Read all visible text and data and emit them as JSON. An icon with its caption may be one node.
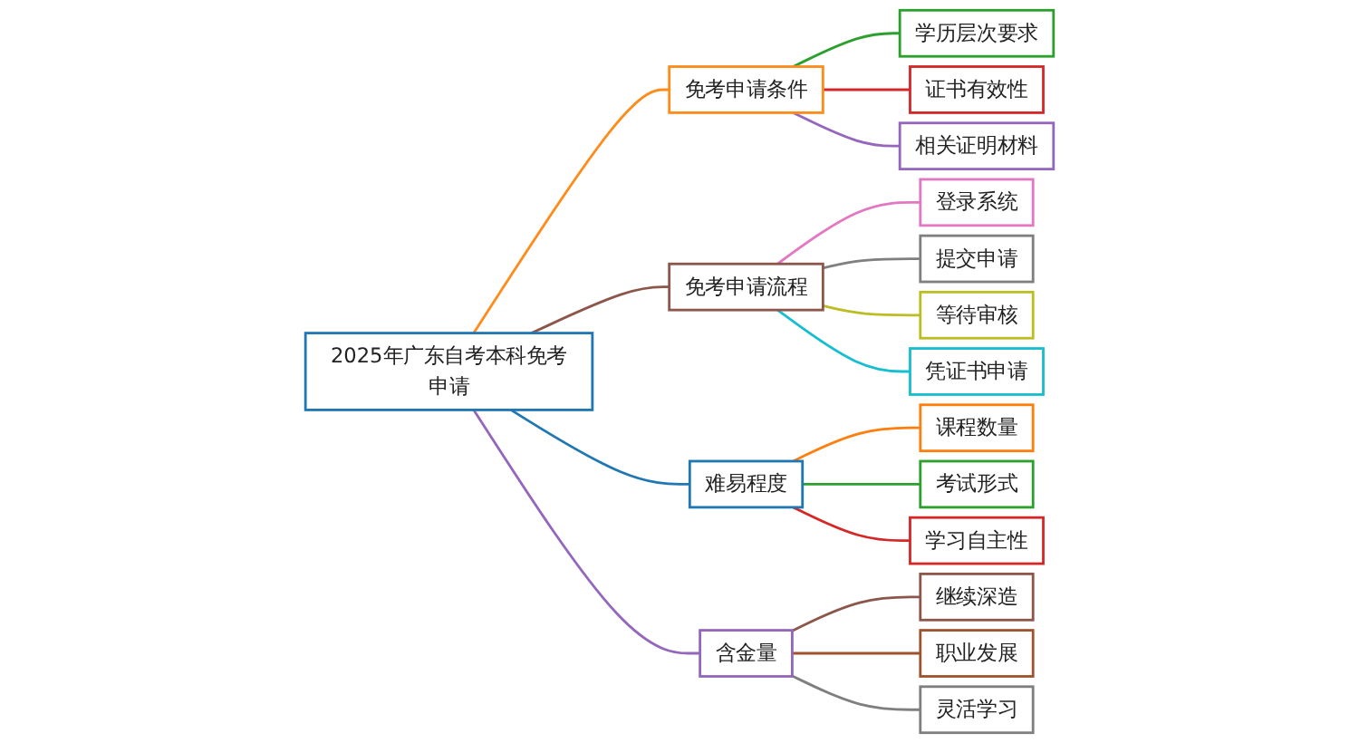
{
  "diagram": {
    "nodes": [
      {
        "text": [
          "2025年广东自考本科免考申请"
        ]
      },
      {
        "text": [
          "免考申请条件"
        ]
      },
      {
        "text": [
          "学历层次要求"
        ]
      },
      {
        "text": [
          "证书有效性"
        ]
      },
      {
        "text": [
          "相关证明材料"
        ]
      },
      {
        "text": [
          "免考申请流程"
        ]
      },
      {
        "text": [
          "登录系统"
        ]
      },
      {
        "text": [
          "提交申请"
        ]
      },
      {
        "text": [
          "等待审核"
        ]
      },
      {
        "text": [
          "凭证书申请"
        ]
      },
      {
        "text": [
          "难易程度"
        ]
      },
      {
        "text": [
          "课程数量"
        ]
      },
      {
        "text": [
          "考试形式"
        ]
      },
      {
        "text": [
          "学习自主性"
        ]
      },
      {
        "text": [
          "含金量"
        ]
      },
      {
        "text": [
          "继续深造"
        ]
      },
      {
        "text": [
          "职业发展"
        ]
      },
      {
        "text": [
          "灵活学习"
        ]
      }
    ],
    "edges": [
      {
        "from": 0,
        "to": 1,
        "arrow": "none",
        "color": "#ff8c1a"
      },
      {
        "from": 1,
        "to": 2,
        "arrow": "none",
        "color": "#2ca02c"
      },
      {
        "from": 1,
        "to": 3,
        "arrow": "none",
        "color": "#d62728"
      },
      {
        "from": 1,
        "to": 4,
        "arrow": "none",
        "color": "#9467bd"
      },
      {
        "from": 0,
        "to": 5,
        "arrow": "none",
        "color": "#8c564b"
      },
      {
        "from": 5,
        "to": 6,
        "arrow": "none",
        "color": "#e377c2"
      },
      {
        "from": 5,
        "to": 7,
        "arrow": "none",
        "color": "#7f7f7f"
      },
      {
        "from": 5,
        "to": 8,
        "arrow": "none",
        "color": "#bcbd22"
      },
      {
        "from": 5,
        "to": 9,
        "arrow": "none",
        "color": "#17becf"
      },
      {
        "from": 0,
        "to": 10,
        "arrow": "none",
        "color": "#1f77b4"
      },
      {
        "from": 10,
        "to": 11,
        "arrow": "none",
        "color": "#ff7f0e"
      },
      {
        "from": 10,
        "to": 12,
        "arrow": "none",
        "color": "#2ca02c"
      },
      {
        "from": 10,
        "to": 13,
        "arrow": "none",
        "color": "#d62728"
      },
      {
        "from": 0,
        "to": 14,
        "arrow": "none",
        "color": "#9467bd"
      },
      {
        "from": 14,
        "to": 15,
        "arrow": "none",
        "color": "#8c564b"
      },
      {
        "from": 14,
        "to": 16,
        "arrow": "none",
        "color": "#a0522d"
      },
      {
        "from": 14,
        "to": 17,
        "arrow": "none",
        "color": "#7f7f7f"
      }
    ]
  }
}
